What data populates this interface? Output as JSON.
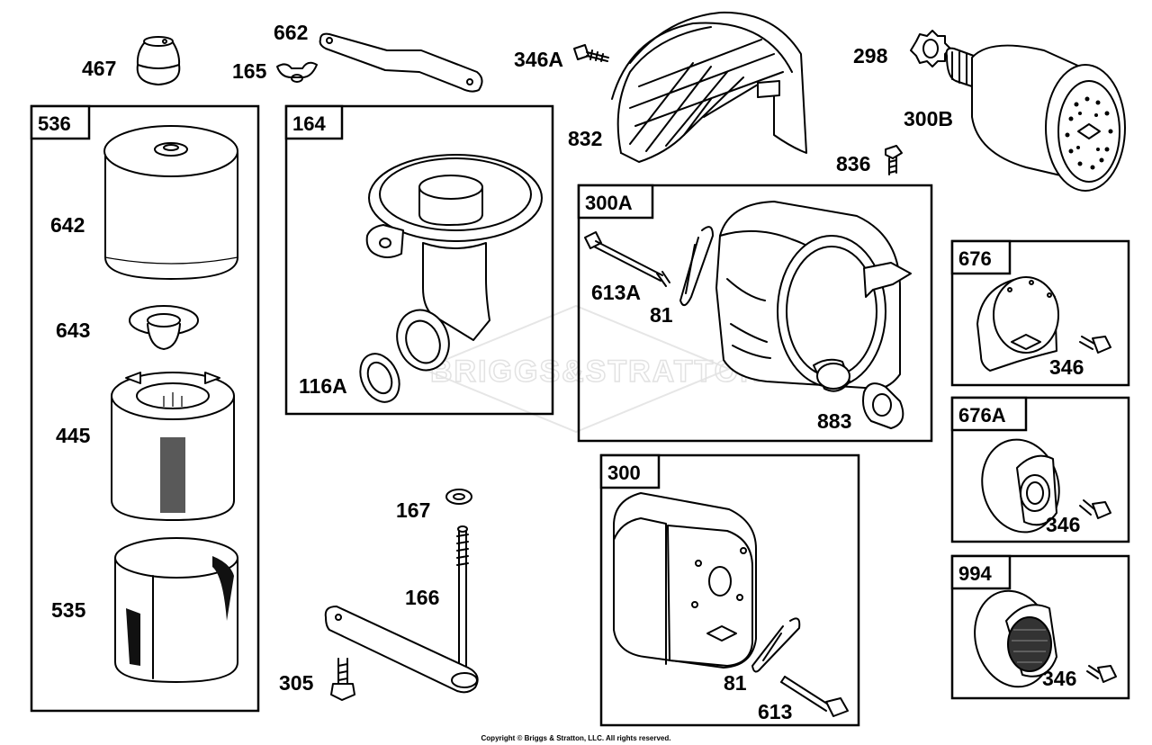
{
  "watermark": "BRIGGS&STRATTON",
  "copyright": "Copyright © Briggs & Stratton, LLC. All rights reserved.",
  "boxes": {
    "b536": "536",
    "b164": "164",
    "b300A": "300A",
    "b300": "300",
    "b676": "676",
    "b676A": "676A",
    "b994": "994"
  },
  "parts": {
    "p467": "467",
    "p165": "165",
    "p662": "662",
    "p346A": "346A",
    "p832": "832",
    "p298": "298",
    "p300B": "300B",
    "p836": "836",
    "p642": "642",
    "p643": "643",
    "p445": "445",
    "p535": "535",
    "p116A": "116A",
    "p613A": "613A",
    "p81a": "81",
    "p883": "883",
    "p167": "167",
    "p166": "166",
    "p305": "305",
    "p81b": "81",
    "p613": "613",
    "p346a": "346",
    "p346b": "346",
    "p346c": "346"
  }
}
